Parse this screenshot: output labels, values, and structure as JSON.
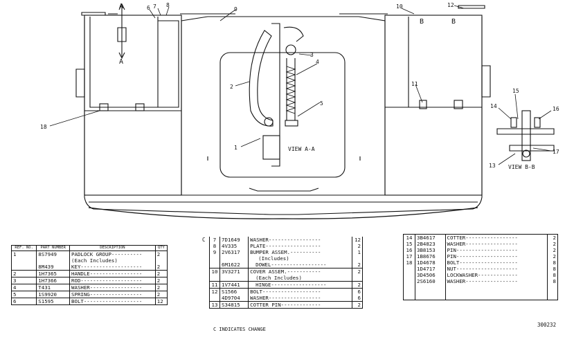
{
  "view_labels": {
    "section_a_top": "A",
    "section_a_bottom": "A",
    "section_b_top": "B",
    "section_b_bottom": "B",
    "view_aa": "VIEW A-A",
    "view_bb": "VIEW B-B"
  },
  "callouts": [
    "1",
    "2",
    "3",
    "4",
    "5",
    "6",
    "7",
    "8",
    "9",
    "10",
    "11",
    "12",
    "13",
    "14",
    "15",
    "16",
    "17",
    "18"
  ],
  "left_table": {
    "headers": {
      "ref": "REF. NO.",
      "part": "PART NUMBER",
      "desc": "DESCRIPTION",
      "qty": "QTY"
    },
    "rows": [
      {
        "ref": "1",
        "part": "8S7949",
        "desc": "PADLOCK GROUP----------",
        "qty": "2"
      },
      {
        "ref": "",
        "part": "",
        "desc": "(Each Includes)",
        "qty": ""
      },
      {
        "ref": "",
        "part": "8M439",
        "desc": "KEY--------------------",
        "qty": "2"
      },
      {
        "ref": "2",
        "part": "1H7365",
        "desc": "HANDLE-----------------",
        "qty": "2"
      },
      {
        "ref": "3",
        "part": "1H7366",
        "desc": "ROD--------------------",
        "qty": "2"
      },
      {
        "ref": "4",
        "part": "T431",
        "desc": "WASHER-----------------",
        "qty": "2"
      },
      {
        "ref": "5",
        "part": "1S9920",
        "desc": "SPRING-----------------",
        "qty": "2"
      },
      {
        "ref": "6",
        "part": "S1595",
        "desc": "BOLT-------------------",
        "qty": "12"
      }
    ]
  },
  "mid_table": {
    "change_mark": "C",
    "rows": [
      {
        "ref": "7",
        "part": "7D1649",
        "desc": "WASHER-----------------",
        "qty": "12"
      },
      {
        "ref": "8",
        "part": "4V335",
        "desc": "PLATE------------------",
        "qty": "2"
      },
      {
        "ref": "9",
        "part": "2V6317",
        "desc": "BUMPER ASSEM.----------",
        "qty": "1"
      },
      {
        "ref": "",
        "part": "",
        "desc": "(Includes)",
        "qty": ""
      },
      {
        "ref": "",
        "part": "6M1622",
        "desc": "DOWEL------------------",
        "qty": "2"
      },
      {
        "ref": "10",
        "part": "3V3271",
        "desc": "COVER ASSEM.-----------",
        "qty": "2"
      },
      {
        "ref": "",
        "part": "",
        "desc": "(Each Includes)",
        "qty": ""
      },
      {
        "ref": "11",
        "part": "1V7441",
        "desc": "HINGE------------------",
        "qty": "2"
      },
      {
        "ref": "12",
        "part": "S1566",
        "desc": "BOLT-------------------",
        "qty": "6"
      },
      {
        "ref": "",
        "part": "4D9704",
        "desc": "WASHER-----------------",
        "qty": "6"
      },
      {
        "ref": "13",
        "part": "S34815",
        "desc": "COTTER PIN-------------",
        "qty": "2"
      }
    ],
    "footnote": "C INDICATES CHANGE"
  },
  "right_table": {
    "rows": [
      {
        "ref": "14",
        "part": "3B4617",
        "desc": "COTTER-----------------",
        "qty": "2"
      },
      {
        "ref": "15",
        "part": "2B4823",
        "desc": "WASHER-----------------",
        "qty": "2"
      },
      {
        "ref": "16",
        "part": "3B8153",
        "desc": "PIN--------------------",
        "qty": "2"
      },
      {
        "ref": "17",
        "part": "1B8676",
        "desc": "PIN--------------------",
        "qty": "2"
      },
      {
        "ref": "18",
        "part": "1D4678",
        "desc": "BOLT-------------------",
        "qty": "8"
      },
      {
        "ref": "",
        "part": "1D4717",
        "desc": "NUT--------------------",
        "qty": "8"
      },
      {
        "ref": "",
        "part": "3D4506",
        "desc": "LOCKWASHER-------------",
        "qty": "8"
      },
      {
        "ref": "",
        "part": "2S6160",
        "desc": "WASHER-----------------",
        "qty": "8"
      }
    ]
  },
  "drawing_number": "300232"
}
